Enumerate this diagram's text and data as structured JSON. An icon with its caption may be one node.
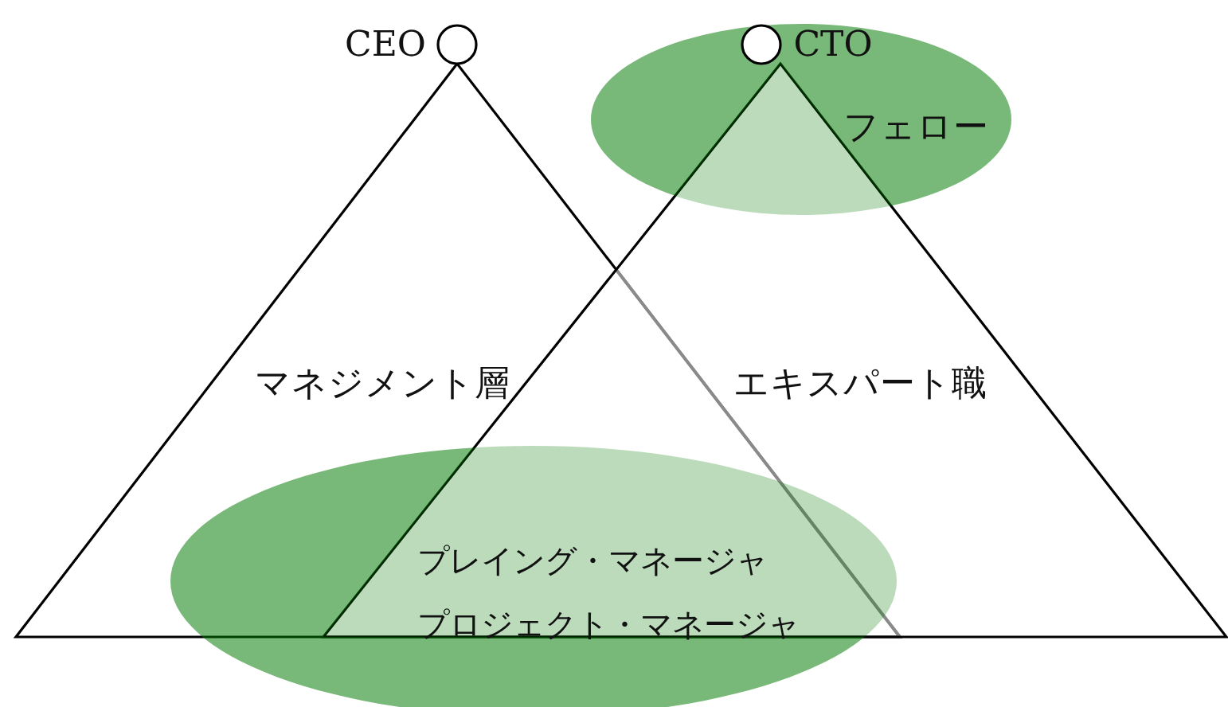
{
  "diagram": {
    "nodes": [
      {
        "text": [
          "マネジメント層"
        ]
      },
      {
        "text": [
          "エキスパート職"
        ]
      },
      {
        "text": [
          "CEO"
        ]
      },
      {
        "text": [
          "CTO"
        ],
        "in": 4
      },
      {
        "text": [
          "フェロー"
        ]
      },
      {
        "text": [
          "プレイング・マネージャ",
          "プロジェクト・マネージャ"
        ]
      }
    ],
    "edges": []
  }
}
